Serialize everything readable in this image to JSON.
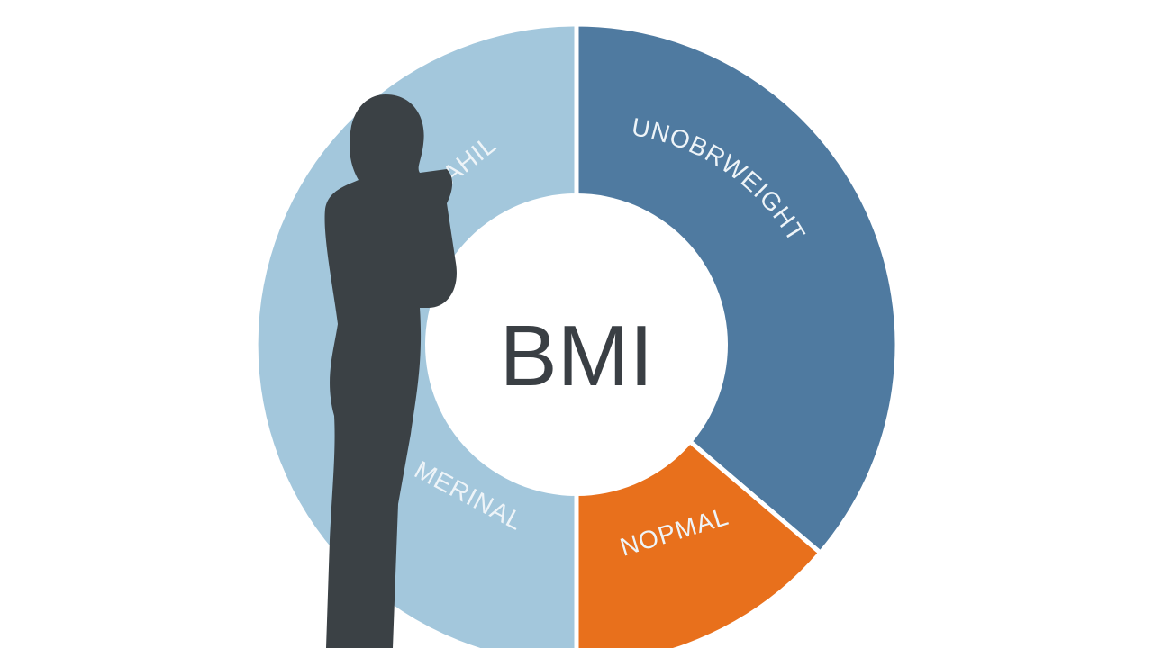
{
  "chart_data": {
    "type": "pie",
    "donut": true,
    "center_label": "BMI",
    "slices": [
      {
        "label": "UNOBRWEIGHT",
        "value": 36.25,
        "color": "#4f7aa0"
      },
      {
        "label": "NOPMAL",
        "value": 13.75,
        "color": "#e8701c"
      },
      {
        "label": "MERINAL",
        "value": 50,
        "color": "#a3c7dc"
      }
    ],
    "extra_labels": [
      "TAHIL"
    ],
    "background": "#ffffff",
    "silhouette_color": "#3b4145"
  }
}
